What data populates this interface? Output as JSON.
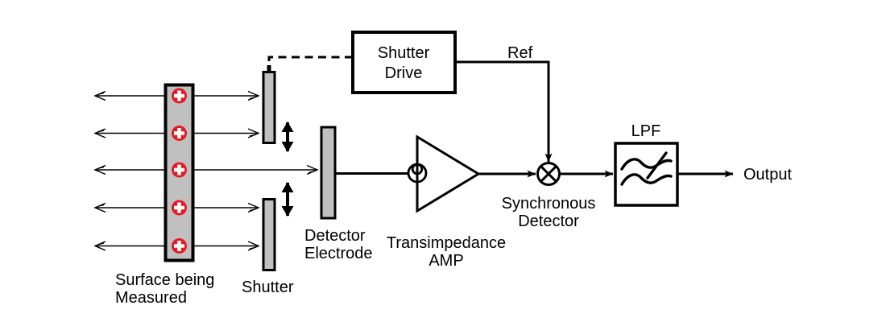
{
  "labels": {
    "surface_line1": "Surface being",
    "surface_line2": "Measured",
    "shutter": "Shutter",
    "detector_electrode_line1": "Detector",
    "detector_electrode_line2": "Electrode",
    "transimpedance_line1": "Transimpedance",
    "transimpedance_line2": "AMP",
    "sync_detector_line1": "Synchronous",
    "sync_detector_line2": "Detector",
    "shutter_drive_line1": "Shutter",
    "shutter_drive_line2": "Drive",
    "ref": "Ref",
    "lpf": "LPF",
    "output": "Output"
  },
  "charges": {
    "count": 5,
    "polarity": "positive",
    "symbol": "+"
  },
  "field_lines": {
    "count": 5
  },
  "colors": {
    "line": "#000000",
    "plate_fill": "#c0c0c0",
    "charge_fill": "#e41b23",
    "charge_cross": "#ffffff",
    "background": "#ffffff"
  }
}
